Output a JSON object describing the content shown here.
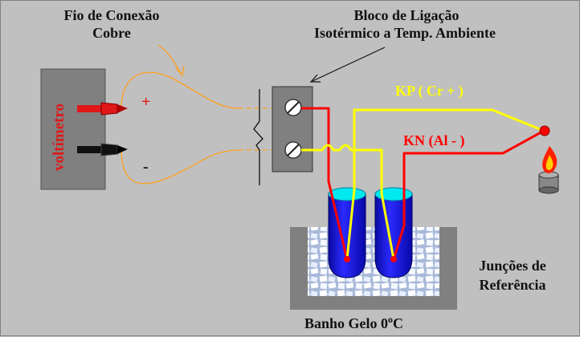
{
  "labels": {
    "wire_title_1": "Fio de Conexão",
    "wire_title_2": "Cobre",
    "block_title_1": "Bloco de Ligação",
    "block_title_2": "Isotérmico a Temp. Ambiente",
    "voltmeter": "voltímetro",
    "plus": "+",
    "minus": "-",
    "kp": "KP ( Cr + )",
    "kn": "KN (Al - )",
    "junctions_1": "Junções de",
    "junctions_2": "Referência",
    "bath": "Banho Gelo 0",
    "bath_sup": "o",
    "bath_unit": "C"
  },
  "colors": {
    "background": "#c0c0c0",
    "voltmeter_box": "#808080",
    "voltmeter_text": "#e01818",
    "copper_wire": "#ff9f1c",
    "kp_wire": "#ffff00",
    "kn_wire": "#ff0000",
    "tube_blue": "#1010e0",
    "tube_cyan": "#00e8f0",
    "bath_container": "#808080",
    "ice": "#ffffff",
    "label_dark": "#000000",
    "label_kp": "#ffff00",
    "label_kn": "#ff0000"
  },
  "icons": {
    "flame": "flame-icon",
    "screw": "screw-terminal-icon",
    "probe": "probe-tip-icon"
  }
}
